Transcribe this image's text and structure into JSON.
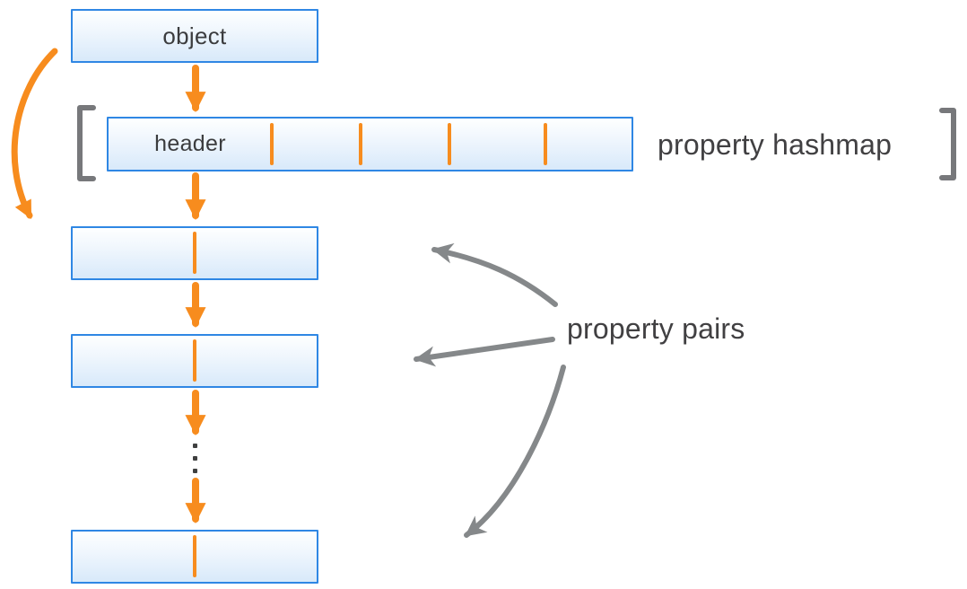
{
  "diagram": {
    "object_box": {
      "label": "object"
    },
    "hashmap": {
      "header_label": "header",
      "caption": "property hashmap",
      "divider_count": 4
    },
    "pairs": {
      "caption": "property pairs",
      "box_count": 3
    },
    "icons": {
      "ellipsis": "vertical-ellipsis",
      "orange_arrow": "down-arrow",
      "gray_arrow": "pointer-arrow"
    }
  },
  "colors": {
    "accent_orange": "#F78C1E",
    "box_border_blue": "#2F87E4",
    "box_fill_top": "#FEFFFF",
    "box_fill_bottom": "#D8E9FA",
    "bracket_gray": "#77787B",
    "arrow_gray": "#85888A",
    "text_dark": "#3B3C3E"
  }
}
